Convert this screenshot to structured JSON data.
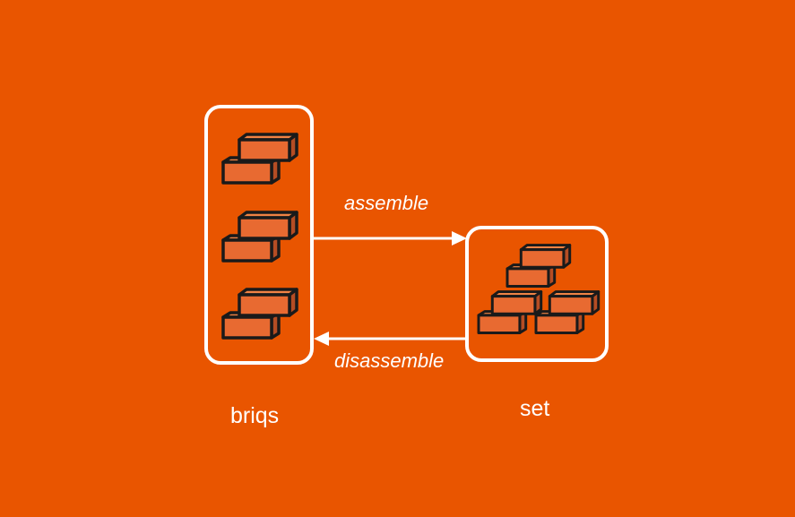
{
  "colors": {
    "background": "#e95500",
    "foreground": "#ffffff",
    "brick_top": "#f08345",
    "brick_front": "#e86a31",
    "brick_side": "#b54d24",
    "brick_outline": "#1a1a1a"
  },
  "icons": {
    "brick": "brick-pair-icon"
  },
  "diagram": {
    "nodes": [
      {
        "id": "briqs",
        "label": "briqs",
        "icon_count": 3
      },
      {
        "id": "set",
        "label": "set",
        "icon_count": 3
      }
    ],
    "edges": [
      {
        "from": "briqs",
        "to": "set",
        "label": "assemble"
      },
      {
        "from": "set",
        "to": "briqs",
        "label": "disassemble"
      }
    ]
  }
}
